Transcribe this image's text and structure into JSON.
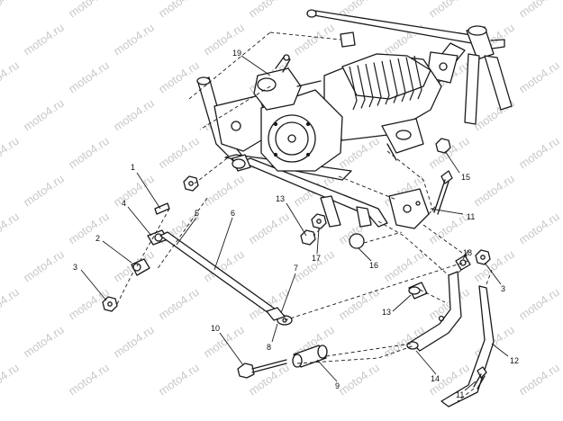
{
  "watermark": {
    "text": "moto4.ru"
  },
  "callouts": [
    "1",
    "2",
    "3",
    "4",
    "5",
    "6",
    "7",
    "8",
    "9",
    "10",
    "11",
    "12",
    "13",
    "14",
    "15",
    "16",
    "17",
    "18",
    "19"
  ],
  "callout_11b": "11",
  "callout_3b": "3",
  "callout_13b": "13"
}
